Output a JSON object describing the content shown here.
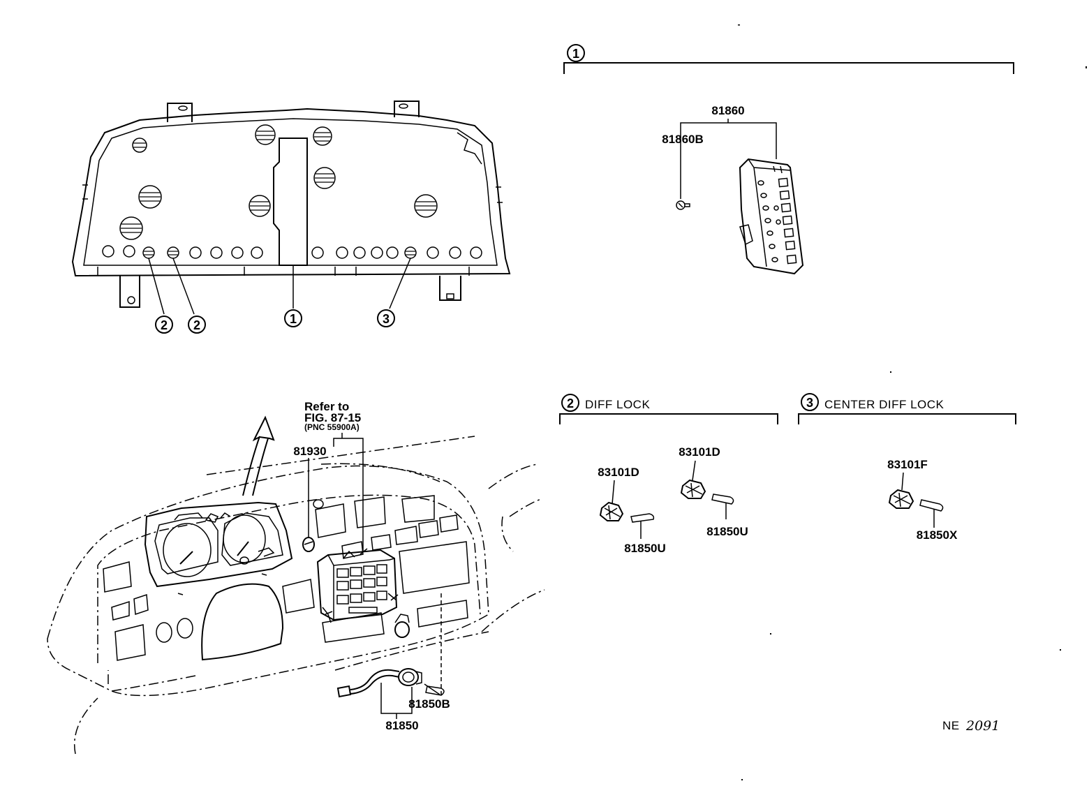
{
  "callouts": {
    "c1": "1",
    "c2": "2",
    "c3": "3"
  },
  "panel1": {
    "number": "1",
    "part_main": "81860",
    "part_sub": "81860B"
  },
  "panel2": {
    "number": "2",
    "title": "DIFF LOCK",
    "socket_a": "83101D",
    "bulb_a": "81850U",
    "socket_b": "83101D",
    "bulb_b": "81850U"
  },
  "panel3": {
    "number": "3",
    "title": "CENTER DIFF LOCK",
    "socket": "83101F",
    "bulb": "81850X"
  },
  "dash": {
    "refer_line1": "Refer to",
    "refer_line2": "FIG. 87-15",
    "refer_line3": "(PNC 55900A)",
    "part_81930": "81930",
    "part_81850B": "81850B",
    "part_81850": "81850"
  },
  "footer": {
    "code_prefix": "NE",
    "code_number": "2091"
  }
}
